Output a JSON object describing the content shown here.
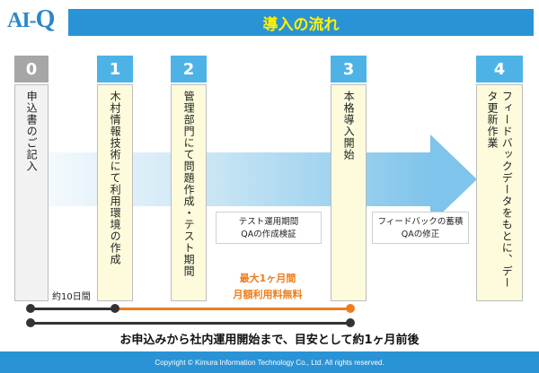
{
  "logo": {
    "text_a": "AI-",
    "text_b": "Q"
  },
  "title": "導入の流れ",
  "steps": [
    {
      "num": "0",
      "label": "申込書のご記入"
    },
    {
      "num": "1",
      "label": "木村情報技術にて利用環境の作成"
    },
    {
      "num": "2",
      "label": "管理部門にて問題作成・テスト期間"
    },
    {
      "num": "3",
      "label": "本格導入開始"
    },
    {
      "num": "4",
      "label": "フィードバックデータをもとに、データ更新作業"
    }
  ],
  "notes": {
    "test_period": {
      "line1": "テスト運用期間",
      "line2": "QAの作成検証"
    },
    "feedback": {
      "line1": "フィードバックの蓄積",
      "line2": "QAの修正"
    },
    "free": {
      "line1": "最大1ヶ月間",
      "line2": "月額利用料無料"
    },
    "days": "約10日間"
  },
  "summary": "お申込みから社内運用開始まで、目安として約1ヶ月前後",
  "footer": "Copyright © Kimura Information Technology Co., Ltd. All rights reserved.",
  "colors": {
    "accent_blue": "#2a93d5",
    "title_text": "#fff200",
    "step0": "#a6a6a6",
    "step_blue": "#4db3e6",
    "orange": "#ef7d1e",
    "card_yellow": "#fdfbdc"
  }
}
